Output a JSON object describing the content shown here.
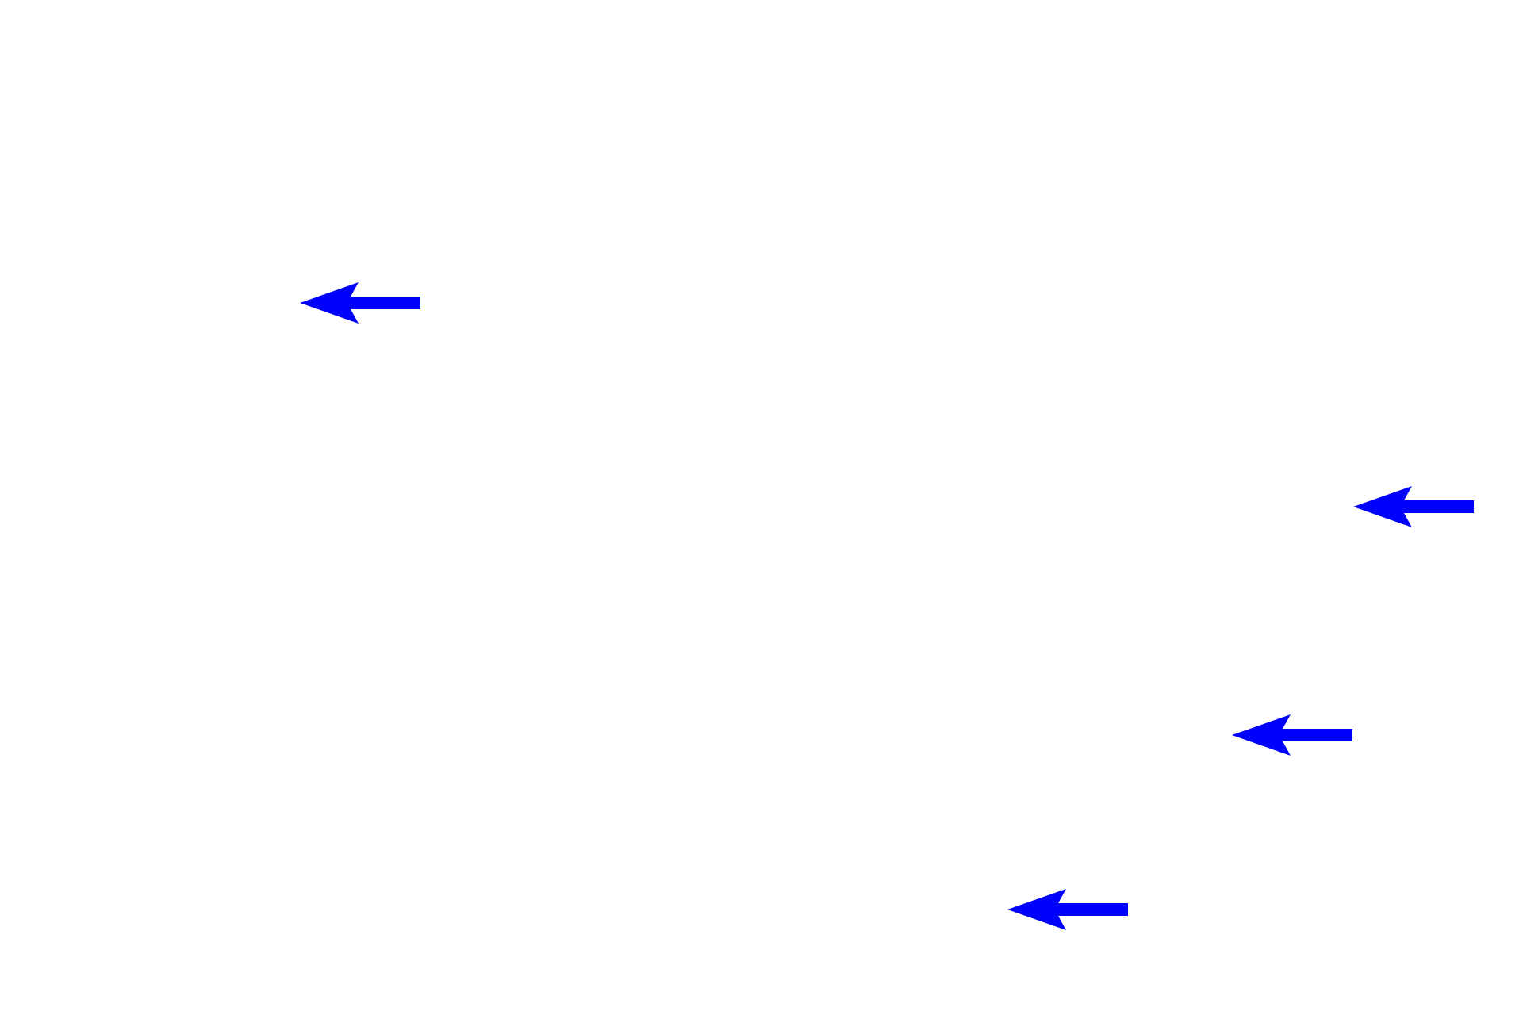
{
  "arrow_color": "#0000ff",
  "arrows": [
    {
      "direction": "left"
    },
    {
      "direction": "left"
    },
    {
      "direction": "left"
    },
    {
      "direction": "left"
    }
  ]
}
